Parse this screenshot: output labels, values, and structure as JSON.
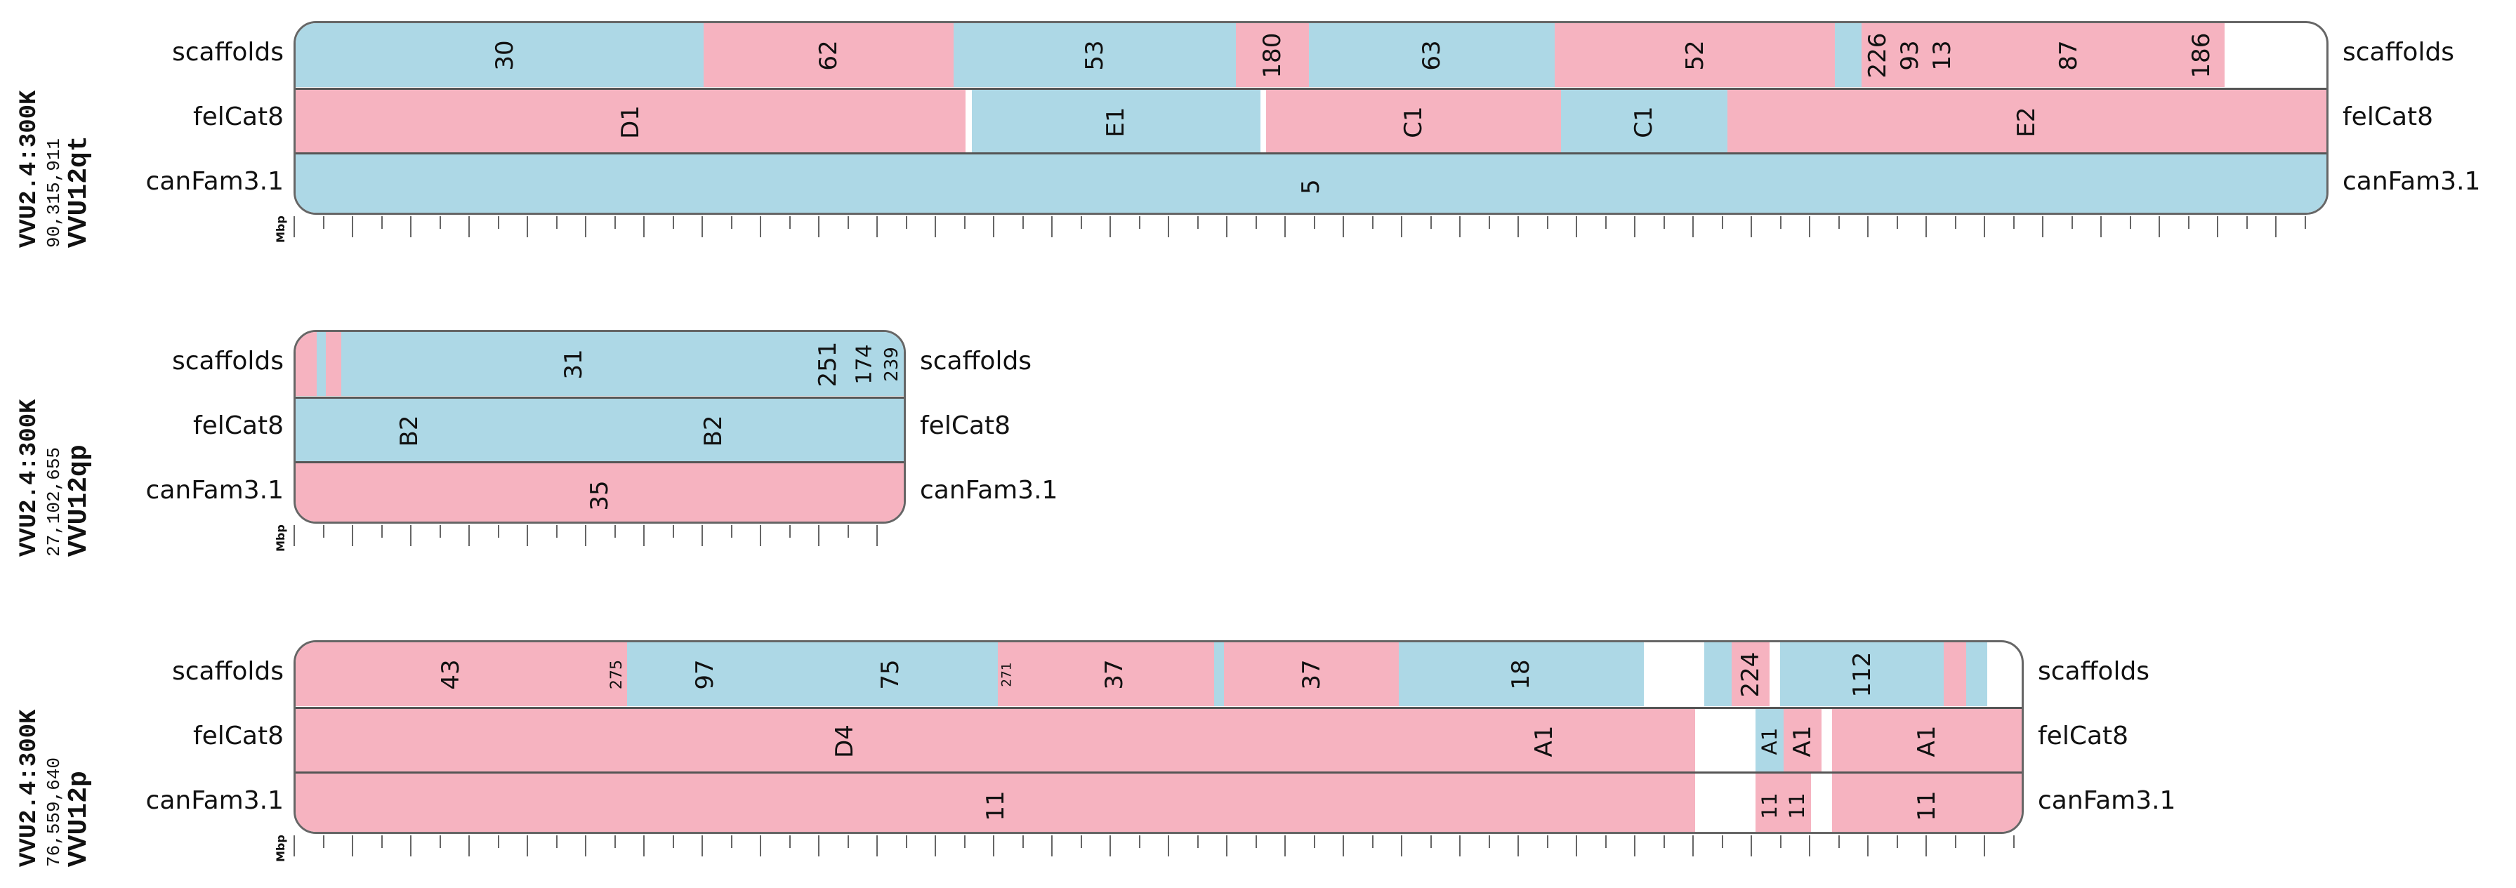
{
  "panels": [
    {
      "id": "VVU12qt",
      "title_top": "VVU2.4:300K",
      "length": "90,315,911",
      "chrom": "VVU12qt",
      "tracks": [
        {
          "label_left": "scaffolds",
          "label_right": "scaffolds",
          "segments": [
            {
              "l": "",
              "c": "blue",
              "w": 0.5
            },
            {
              "l": "30",
              "c": "blue",
              "w": 19.6
            },
            {
              "l": "62",
              "c": "pink",
              "w": 12.3
            },
            {
              "l": "53",
              "c": "blue",
              "w": 13.9
            },
            {
              "l": "180",
              "c": "pink",
              "w": 3.6
            },
            {
              "l": "63",
              "c": "blue",
              "w": 12.1
            },
            {
              "l": "52",
              "c": "pink",
              "w": 13.8
            },
            {
              "l": "",
              "c": "blue",
              "w": 1.3
            },
            {
              "l": "226",
              "c": "pink",
              "w": 1.6
            },
            {
              "l": "93",
              "c": "pink",
              "w": 1.6
            },
            {
              "l": "13",
              "c": "pink",
              "w": 1.6
            },
            {
              "l": "87",
              "c": "pink",
              "w": 10.8
            },
            {
              "l": "186",
              "c": "pink",
              "w": 2.3
            }
          ]
        },
        {
          "label_left": "felCat8",
          "label_right": "felCat8",
          "segments": [
            {
              "l": "D1",
              "c": "pink",
              "w": 33.0
            },
            {
              "l": "",
              "c": "white",
              "w": 0.3
            },
            {
              "l": "E1",
              "c": "blue",
              "w": 14.2
            },
            {
              "l": "",
              "c": "white",
              "w": 0.3
            },
            {
              "l": "C1",
              "c": "pink",
              "w": 14.5
            },
            {
              "l": "C1",
              "c": "blue",
              "w": 8.2
            },
            {
              "l": "E2",
              "c": "pink",
              "w": 29.5
            }
          ]
        },
        {
          "label_left": "canFam3.1",
          "label_right": "canFam3.1",
          "segments": [
            {
              "l": "5",
              "c": "blue",
              "w": 100
            }
          ]
        }
      ]
    },
    {
      "id": "VVU12qp",
      "title_top": "VVU2.4:300K",
      "length": "27,102,655",
      "chrom": "VVU12qp",
      "tracks": [
        {
          "label_left": "scaffolds",
          "label_right": "scaffolds",
          "segments": [
            {
              "l": "",
              "c": "pink",
              "w": 3.5
            },
            {
              "l": "",
              "c": "blue",
              "w": 1.5
            },
            {
              "l": "",
              "c": "pink",
              "w": 2.5
            },
            {
              "l": "31",
              "c": "blue",
              "w": 76.5
            },
            {
              "l": "251",
              "c": "blue",
              "w": 7.0
            },
            {
              "l": "174",
              "c": "blue",
              "w": 5.0
            },
            {
              "l": "239",
              "c": "blue",
              "w": 4.0
            }
          ]
        },
        {
          "label_left": "felCat8",
          "label_right": "felCat8",
          "segments": [
            {
              "l": "B2",
              "c": "blue",
              "w": 37.5
            },
            {
              "l": "B2",
              "c": "blue",
              "w": 62.5
            }
          ]
        },
        {
          "label_left": "canFam3.1",
          "label_right": "canFam3.1",
          "segments": [
            {
              "l": "35",
              "c": "pink",
              "w": 100
            }
          ]
        }
      ]
    },
    {
      "id": "VVU12p",
      "title_top": "VVU2.4:300K",
      "length": "76,559,640",
      "chrom": "VVU12p",
      "tracks": [
        {
          "label_left": "scaffolds",
          "label_right": "scaffolds",
          "segments": [
            {
              "l": "43",
              "c": "pink",
              "w": 18.0
            },
            {
              "l": "275",
              "c": "pink",
              "w": 1.2
            },
            {
              "l": "97",
              "c": "blue",
              "w": 9.0
            },
            {
              "l": "75",
              "c": "blue",
              "w": 12.5
            },
            {
              "l": "271",
              "c": "pink",
              "w": 1.0
            },
            {
              "l": "37",
              "c": "pink",
              "w": 11.5
            },
            {
              "l": "",
              "c": "blue",
              "w": 0.6
            },
            {
              "l": "37",
              "c": "pink",
              "w": 10.1
            },
            {
              "l": "18",
              "c": "blue",
              "w": 14.2
            },
            {
              "l": "",
              "c": "white",
              "w": 3.5
            },
            {
              "l": "",
              "c": "blue",
              "w": 1.6
            },
            {
              "l": "224",
              "c": "pink",
              "w": 2.2
            },
            {
              "l": "",
              "c": "white",
              "w": 0.6
            },
            {
              "l": "112",
              "c": "blue",
              "w": 9.5
            },
            {
              "l": "",
              "c": "pink",
              "w": 1.3
            },
            {
              "l": "",
              "c": "blue",
              "w": 1.2
            }
          ]
        },
        {
          "label_left": "felCat8",
          "label_right": "felCat8",
          "segments": [
            {
              "l": "D4",
              "c": "pink",
              "w": 63.6
            },
            {
              "l": "A1",
              "c": "pink",
              "w": 17.5
            },
            {
              "l": "",
              "c": "white",
              "w": 3.5
            },
            {
              "l": "A1",
              "c": "blue",
              "w": 1.6
            },
            {
              "l": "A1",
              "c": "pink",
              "w": 2.2
            },
            {
              "l": "",
              "c": "white",
              "w": 0.6
            },
            {
              "l": "A1",
              "c": "pink",
              "w": 11.0
            }
          ]
        },
        {
          "label_left": "canFam3.1",
          "label_right": "canFam3.1",
          "segments": [
            {
              "l": "11",
              "c": "pink",
              "w": 81.1
            },
            {
              "l": "",
              "c": "white",
              "w": 3.5
            },
            {
              "l": "11",
              "c": "pink",
              "w": 1.6
            },
            {
              "l": "11",
              "c": "pink",
              "w": 1.6
            },
            {
              "l": "",
              "c": "white",
              "w": 1.2
            },
            {
              "l": "11",
              "c": "pink",
              "w": 11.0
            }
          ]
        }
      ]
    }
  ],
  "axis_label": "Mbp",
  "colors": {
    "blue": "#add8e6",
    "pink": "#f6b3c0",
    "border": "#666666"
  }
}
